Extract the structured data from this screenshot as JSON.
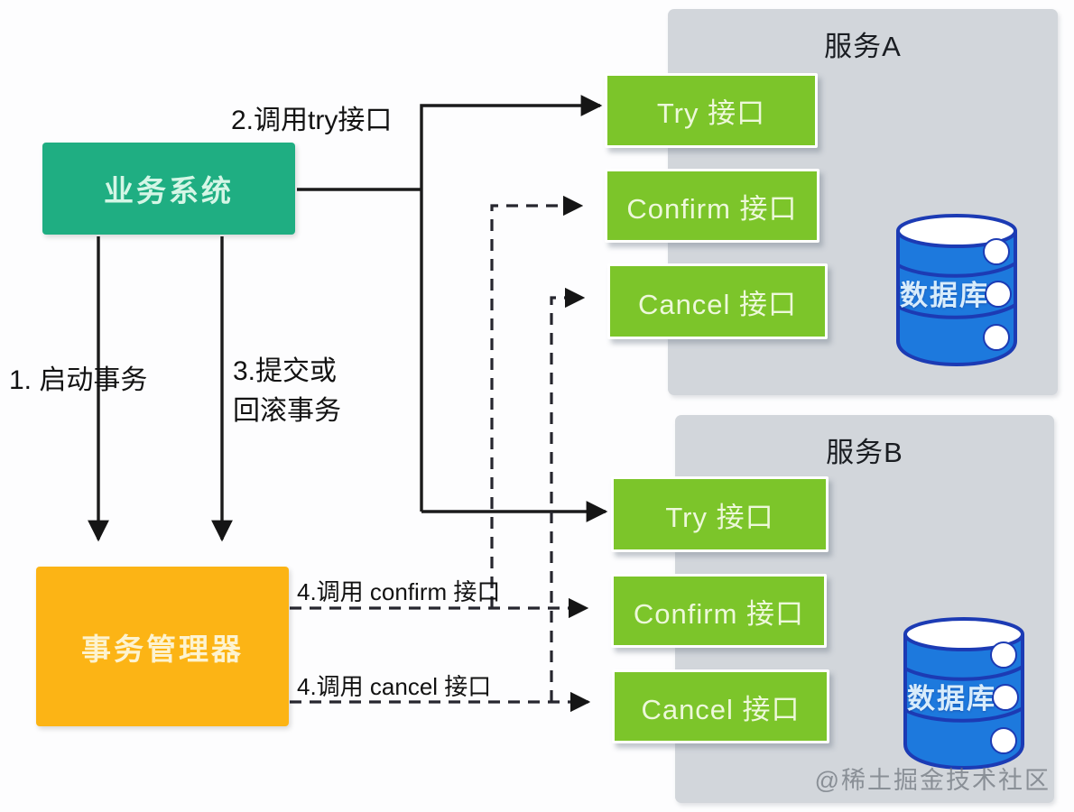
{
  "diagram": {
    "business_system": "业务系统",
    "transaction_manager": "事务管理器",
    "service_a": {
      "title": "服务A",
      "try_interface": "Try 接口",
      "confirm_interface": "Confirm 接口",
      "cancel_interface": "Cancel 接口",
      "database": "数据库"
    },
    "service_b": {
      "title": "服务B",
      "try_interface": "Try 接口",
      "confirm_interface": "Confirm 接口",
      "cancel_interface": "Cancel 接口",
      "database": "数据库"
    },
    "labels": {
      "step1": "1. 启动事务",
      "step2": "2.调用try接口",
      "step3_line1": "3.提交或",
      "step3_line2": "回滚事务",
      "step4_confirm": "4.调用 confirm 接口",
      "step4_cancel": "4.调用 cancel 接口"
    },
    "watermark": "@稀土掘金技术社区",
    "colors": {
      "business_box": "#1fae82",
      "manager_box": "#fcb415",
      "interface_node": "#7cc52a",
      "service_panel": "#d2d6db",
      "database_body": "#1d79dd",
      "database_outline": "#1c3bb4",
      "arrow": "#1b1b1b"
    }
  }
}
